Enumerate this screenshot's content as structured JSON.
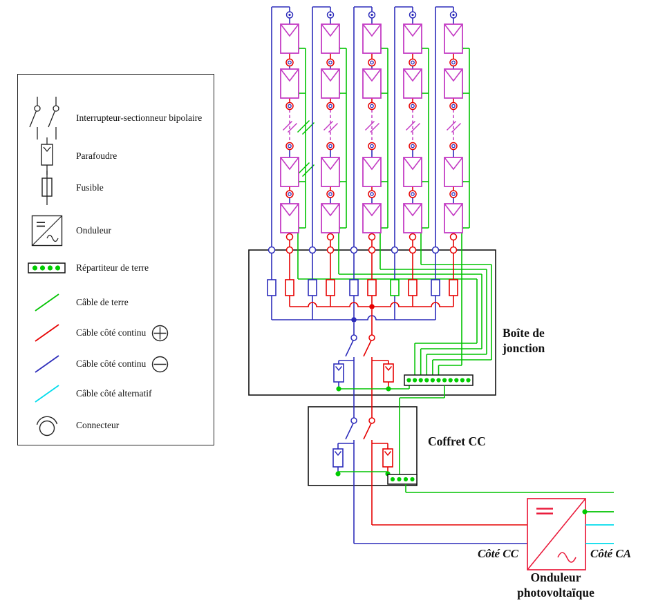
{
  "legend": {
    "items": [
      {
        "id": "switch-bipolar",
        "label": "Interrupteur-sectionneur bipolaire"
      },
      {
        "id": "surge-protector",
        "label": "Parafoudre"
      },
      {
        "id": "fuse",
        "label": "Fusible"
      },
      {
        "id": "inverter",
        "label": "Onduleur"
      },
      {
        "id": "earth-distributor",
        "label": "Répartiteur de terre"
      },
      {
        "id": "earth-cable",
        "label": "Câble de terre"
      },
      {
        "id": "dc-cable-plus",
        "label": "Câble côté continu",
        "polarity": "plus"
      },
      {
        "id": "dc-cable-minus",
        "label": "Câble côté continu",
        "polarity": "minus"
      },
      {
        "id": "ac-cable",
        "label": "Câble côté alternatif"
      },
      {
        "id": "connector",
        "label": "Connecteur"
      }
    ]
  },
  "diagram": {
    "labels": {
      "junction_box": "Boîte de jonction",
      "dc_box": "Coffret CC",
      "dc_side": "Côté CC",
      "ac_side": "Côté CA",
      "inverter": "Onduleur photovoltaïque"
    },
    "structure": {
      "pv_strings": 5,
      "modules_drawn_per_string": 4,
      "fuses_in_junction_box": 10,
      "earth_bar_dots_junction_box": 11,
      "earth_bar_dots_dc_box": 4
    },
    "colors": {
      "earth_cable": "#00c300",
      "earth_dot": "#00cc00",
      "dc_positive": "#e60000",
      "dc_negative": "#2c2cba",
      "ac_cable": "#00dcec",
      "pv_module": "#c43cc4",
      "inverter_red": "#ea1c3c",
      "outline": "#111111"
    }
  }
}
